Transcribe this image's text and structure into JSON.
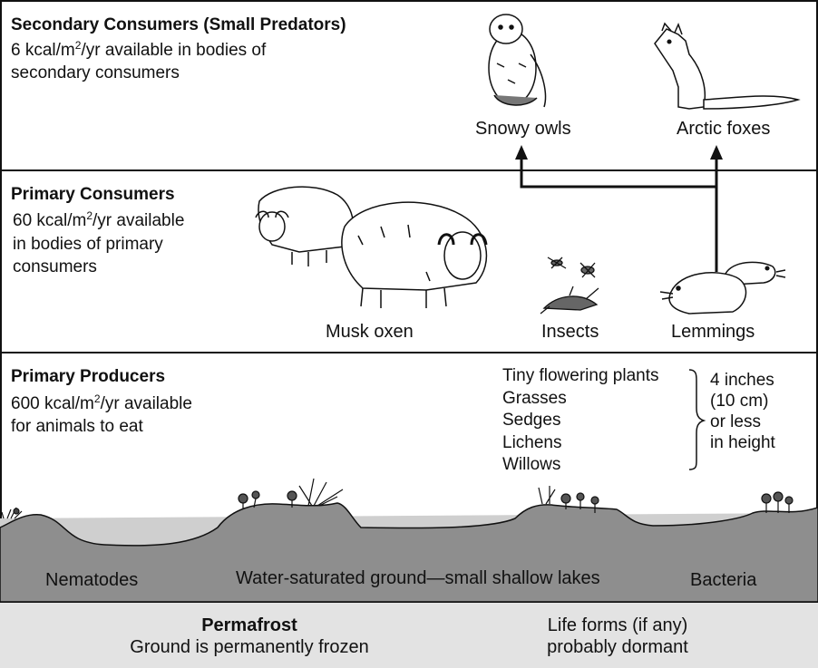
{
  "secondary": {
    "title": "Secondary Consumers (Small Predators)",
    "energy_prefix": "6 kcal/m",
    "energy_sup": "2",
    "energy_suffix": "/yr available in bodies of",
    "energy_line2": "secondary consumers",
    "organisms": [
      "Snowy owls",
      "Arctic foxes"
    ]
  },
  "primary_consumers": {
    "title": "Primary Consumers",
    "energy_prefix": "60 kcal/m",
    "energy_sup": "2",
    "energy_suffix": "/yr available",
    "energy_line2": "in bodies of primary",
    "energy_line3": "consumers",
    "organisms": [
      "Musk oxen",
      "Insects",
      "Lemmings"
    ]
  },
  "producers": {
    "title": "Primary Producers",
    "energy_prefix": "600 kcal/m",
    "energy_sup": "2",
    "energy_suffix": "/yr available",
    "energy_line2": "for animals to eat",
    "plants": [
      "Tiny flowering plants",
      "Grasses",
      "Sedges",
      "Lichens",
      "Willows"
    ],
    "height_note": [
      "4 inches",
      "(10 cm)",
      "or less",
      "in height"
    ]
  },
  "ground": {
    "left": "Nematodes",
    "middle": "Water-saturated ground—small shallow lakes",
    "right": "Bacteria"
  },
  "permafrost": {
    "title": "Permafrost",
    "subtitle": "Ground is permanently frozen",
    "note_line1": "Life forms (if any)",
    "note_line2": "probably dormant"
  }
}
